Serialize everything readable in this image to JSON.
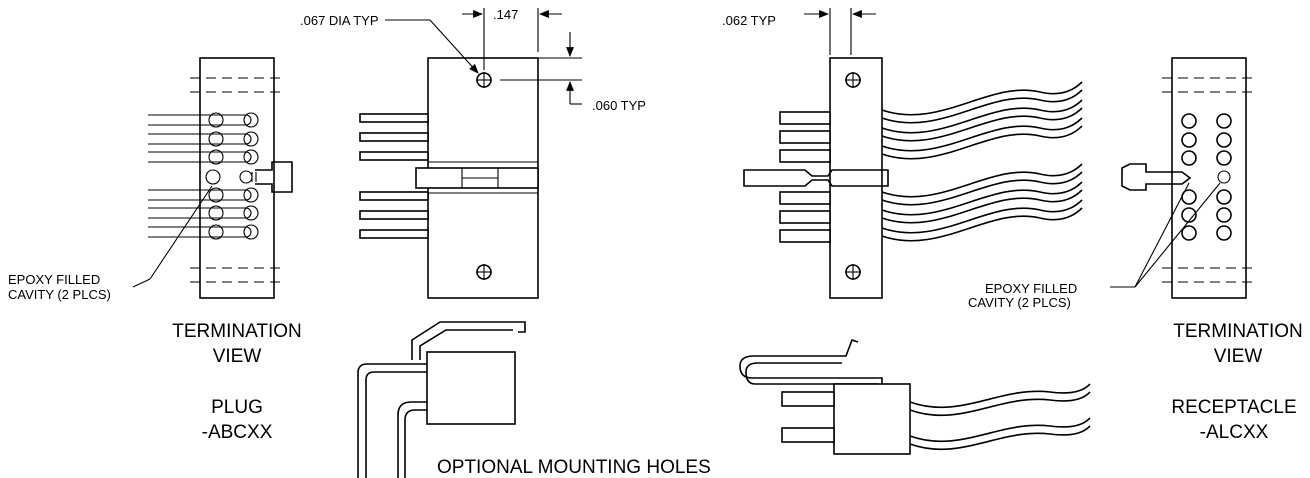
{
  "dimensions": {
    "hole_dia": ".067 DIA TYP",
    "hole_spacing": ".147",
    "edge_offset": ".060 TYP",
    "pin_width": ".062 TYP"
  },
  "callouts": {
    "plug_epoxy_line1": "EPOXY FILLED",
    "plug_epoxy_line2": "CAVITY (2 PLCS)",
    "rec_epoxy_line1": "EPOXY FILLED",
    "rec_epoxy_line2": "CAVITY (2 PLCS)"
  },
  "plug": {
    "view_line1": "TERMINATION",
    "view_line2": "VIEW",
    "name_line1": "PLUG",
    "name_line2": "-ABCXX"
  },
  "receptacle": {
    "view_line1": "TERMINATION",
    "view_line2": "VIEW",
    "name_line1": "RECEPTACLE",
    "name_line2": "-ALCXX"
  },
  "footer": "OPTIONAL MOUNTING HOLES"
}
